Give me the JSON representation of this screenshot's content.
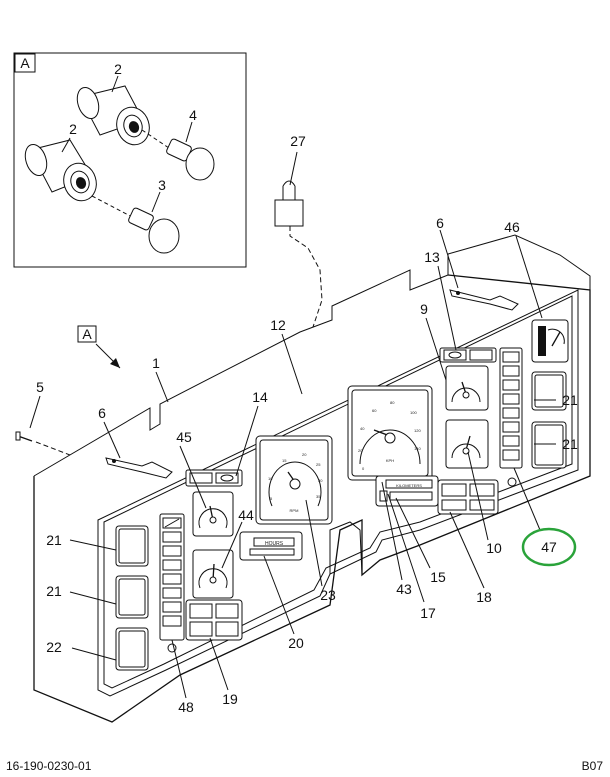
{
  "detail": {
    "label": "A",
    "callouts": [
      "2",
      "2",
      "4",
      "3"
    ]
  },
  "main": {
    "view_label": "A",
    "callouts": {
      "c27": "27",
      "c6a": "6",
      "c46": "46",
      "c13": "13",
      "c12": "12",
      "c9": "9",
      "c1": "1",
      "c5": "5",
      "c6b": "6",
      "c14": "14",
      "c45": "45",
      "c21a": "21",
      "c21b": "21",
      "c44": "44",
      "c21c": "21",
      "c21d": "21",
      "c22": "22",
      "c10": "10",
      "c47": "47",
      "c23": "23",
      "c43": "43",
      "c15": "15",
      "c17": "17",
      "c18": "18",
      "c20": "20",
      "c48": "48",
      "c19": "19"
    },
    "gauge_text": {
      "hours": "HOURS",
      "kilometers": "KILOMETERS",
      "rpm": "RPM",
      "kph": "KPH",
      "tach_ticks": [
        "5",
        "10",
        "15",
        "20",
        "25",
        "30",
        "35"
      ],
      "speedo_ticks": [
        "0",
        "20",
        "40",
        "60",
        "80",
        "100",
        "120",
        "140"
      ]
    },
    "highlight_color": "#2aa33a"
  },
  "footer": {
    "doc_number": "16-190-0230-01",
    "page_code": "B07"
  }
}
